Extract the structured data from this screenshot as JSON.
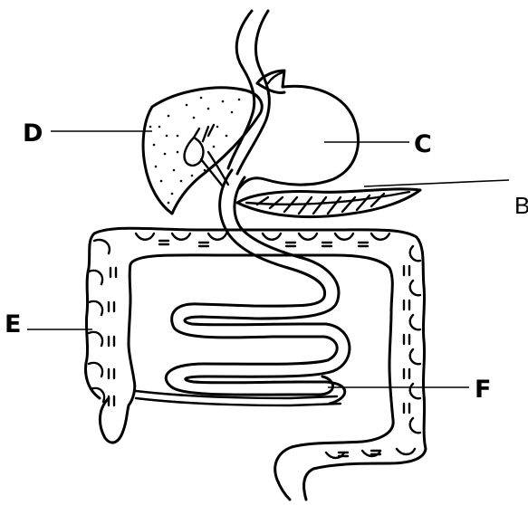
{
  "labels": {
    "d": "D",
    "c": "C",
    "b": "B",
    "e": "E",
    "f": "F"
  },
  "colors": {
    "ink": "#000000",
    "background": "#ffffff"
  }
}
